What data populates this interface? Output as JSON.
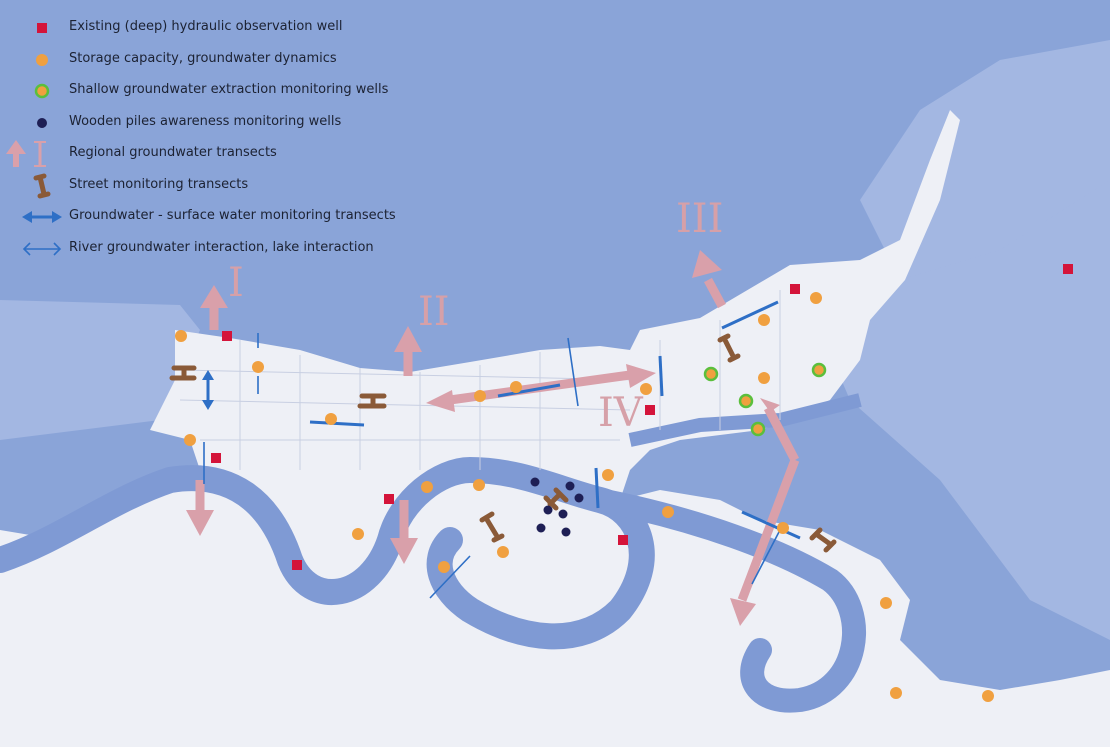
{
  "colors": {
    "water": "#8aa4d8",
    "land": "#eef0f6",
    "marsh": "#9db3e0",
    "river": "#7f9ad4",
    "red_well": "#d4143a",
    "orange": "#f0a040",
    "green": "#5bbf3c",
    "navy": "#1e1f55",
    "pink_arrow": "#d9a0aa",
    "brown": "#8a5a38",
    "blue_arrow": "#2e6fc6"
  },
  "legend": {
    "items": [
      {
        "id": "deep-well",
        "label": "Existing (deep) hydraulic observation well",
        "icon": "red-square-icon"
      },
      {
        "id": "storage",
        "label": "Storage capacity, groundwater dynamics",
        "icon": "orange-dot-icon"
      },
      {
        "id": "shallow",
        "label": "Shallow groundwater extraction monitoring wells",
        "icon": "green-ring-dot-icon"
      },
      {
        "id": "piles",
        "label": "Wooden piles awareness monitoring wells",
        "icon": "navy-dot-icon"
      },
      {
        "id": "regional",
        "label": "Regional groundwater transects",
        "icon": "pink-arrow-icon"
      },
      {
        "id": "street",
        "label": "Street monitoring transects",
        "icon": "brown-i-beam-icon"
      },
      {
        "id": "gw-sw",
        "label": "Groundwater - surface water monitoring transects",
        "icon": "blue-double-arrow-icon"
      },
      {
        "id": "river-lake",
        "label": "River groundwater interaction, lake interaction",
        "icon": "thin-blue-double-arrow-icon"
      }
    ]
  },
  "transect_labels": [
    "I",
    "II",
    "III",
    "IV"
  ]
}
